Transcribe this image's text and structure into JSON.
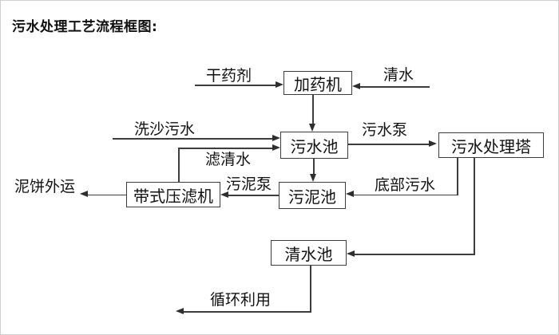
{
  "title": "污水处理工艺流程框图:",
  "diagram": {
    "nodes": {
      "dosing_machine": "加药机",
      "sewage_pool": "污水池",
      "treatment_tower": "污水处理塔",
      "sludge_pool": "污泥池",
      "belt_filter_press": "带式压滤机",
      "clean_water_pool": "清水池"
    },
    "flow_labels": {
      "dry_chemical": "干药剂",
      "clean_water": "清水",
      "sand_washing_sewage": "洗沙污水",
      "filtered_water": "滤清水",
      "sewage_pump": "污水泵",
      "sludge_pump": "污泥泵",
      "bottom_sewage": "底部污水",
      "mud_cake_transport": "泥饼外运",
      "recycling": "循环利用"
    },
    "line_color": "#3d3d3d",
    "background_color": "#ffffff"
  }
}
